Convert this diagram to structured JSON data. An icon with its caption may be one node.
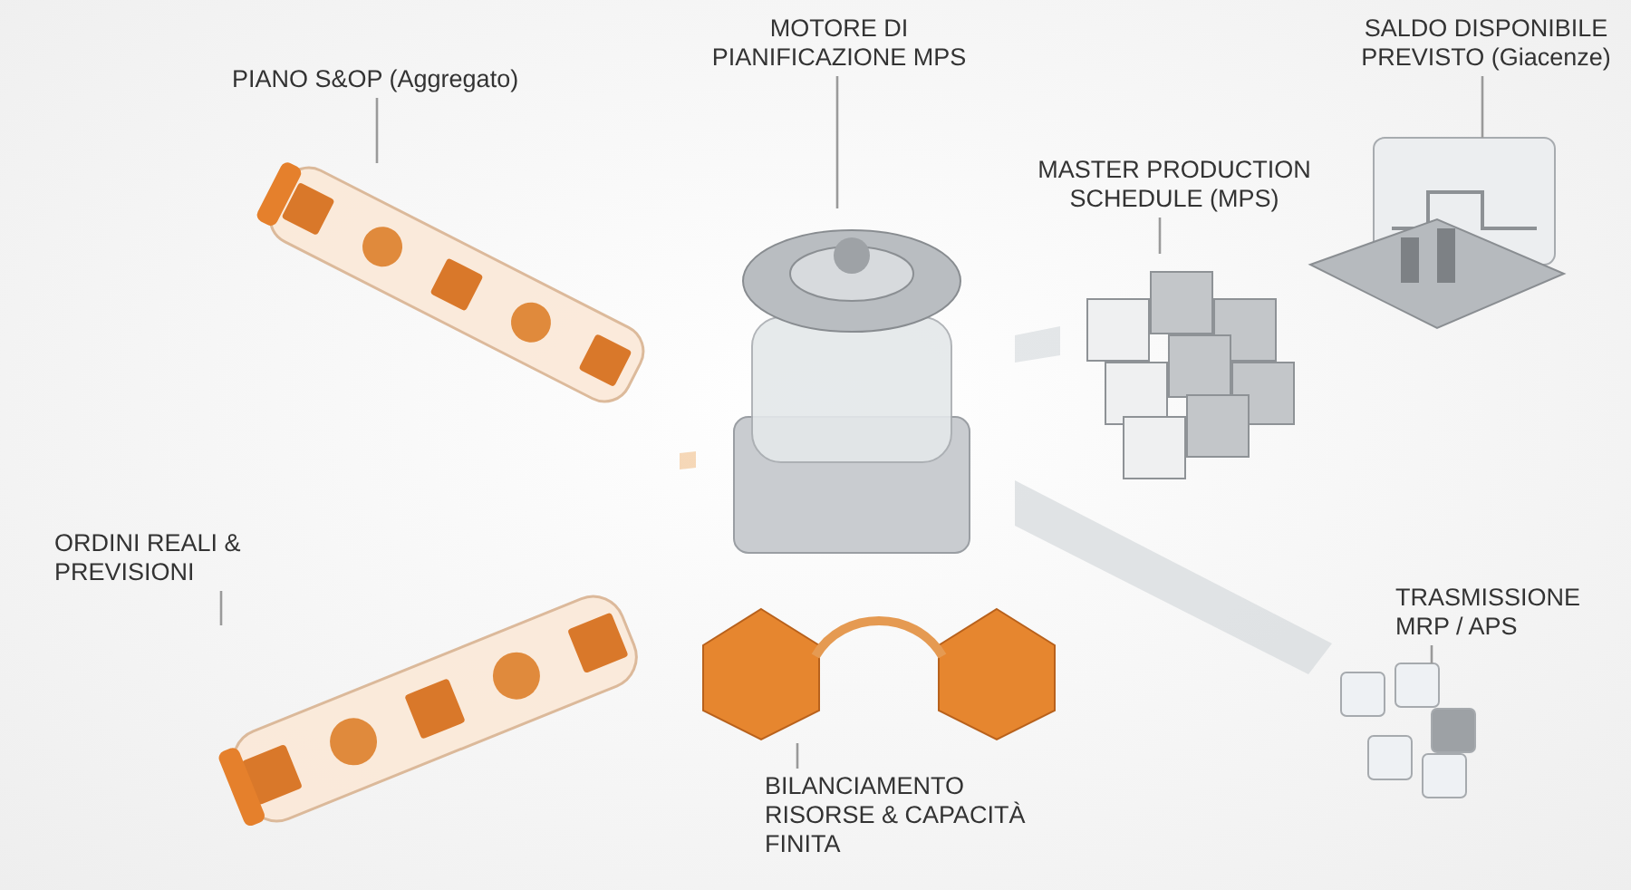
{
  "diagram": {
    "nodes": [
      {
        "text": [
          "PIANO S&OP (Aggregato)"
        ]
      },
      {
        "text": [
          "MOTORE DI PIANIFICAZIONE MPS"
        ]
      },
      {
        "text": [
          "SALDO DISPONIBILE PREVISTO (Giacenze)"
        ]
      },
      {
        "text": [
          "MASTER PRODUCTION SCHEDULE (MPS)"
        ]
      },
      {
        "text": [
          "ORDINI REALI & PREVISIONI"
        ]
      },
      {
        "text": [
          "TRASMISSIONE MRP / APS"
        ]
      },
      {
        "text": [
          "BILANCIAMENTO RISORSE & CAPACITÀ FINITA"
        ]
      },
      {
        "text": [],
        "shape": "picture"
      },
      {
        "text": [],
        "shape": "picture"
      },
      {
        "text": [],
        "shape": "picture"
      },
      {
        "text": [],
        "shape": "picture"
      },
      {
        "text": [],
        "shape": "picture"
      },
      {
        "text": [],
        "shape": "picture"
      },
      {
        "text": [],
        "shape": "picture"
      }
    ],
    "edges": [
      {
        "from": 0,
        "to": 7,
        "arrow": "none"
      },
      {
        "from": 1,
        "to": 8,
        "arrow": "none"
      },
      {
        "from": 2,
        "to": 9,
        "arrow": "none"
      },
      {
        "from": 3,
        "to": 10,
        "arrow": "none"
      },
      {
        "from": 4,
        "to": 11,
        "arrow": "none"
      },
      {
        "from": 5,
        "to": 12,
        "arrow": "none"
      },
      {
        "from": 6,
        "to": 13,
        "arrow": "none"
      }
    ]
  }
}
